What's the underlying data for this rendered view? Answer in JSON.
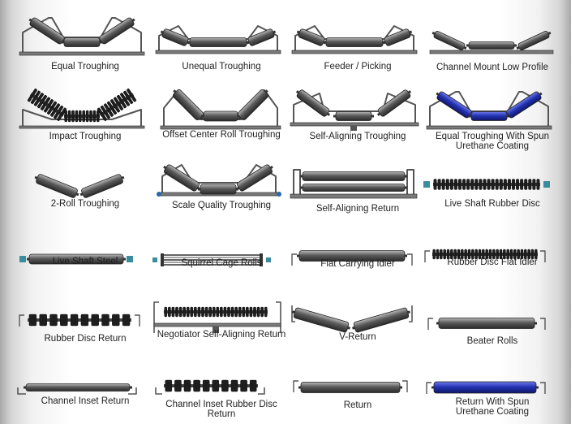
{
  "items": [
    {
      "label": "Equal Troughing",
      "kind": "trough3"
    },
    {
      "label": "Unequal Troughing",
      "kind": "trough3-low"
    },
    {
      "label": "Feeder / Picking",
      "kind": "trough3-low"
    },
    {
      "label": "Channel Mount Low Profile",
      "kind": "low-profile"
    },
    {
      "label": "Impact Troughing",
      "kind": "impact"
    },
    {
      "label": "Offset Center Roll Troughing",
      "kind": "offset"
    },
    {
      "label": "Self-Aligning Troughing",
      "kind": "self-align-trough"
    },
    {
      "label": "Equal Troughing With Spun",
      "label2": "Urethane Coating",
      "kind": "trough3-blue"
    },
    {
      "label": "2-Roll Troughing",
      "kind": "vee2"
    },
    {
      "label": "Scale Quality Troughing",
      "kind": "scale"
    },
    {
      "label": "Self-Aligning Return",
      "kind": "self-align-return"
    },
    {
      "label": "Live Shaft Rubber Disc",
      "kind": "live-disc"
    },
    {
      "label": "Live Shaft Steel",
      "kind": "live-steel"
    },
    {
      "label": "Squirrel Cage Rolls",
      "kind": "squirrel"
    },
    {
      "label": "Flat Carrying Idler",
      "kind": "flat"
    },
    {
      "label": "Rubber Disc Flat Idler",
      "kind": "disc-flat"
    },
    {
      "label": "Rubber Disc Return",
      "kind": "disc-return"
    },
    {
      "label": "Negotiator Self-Aligning Return",
      "kind": "negotiator"
    },
    {
      "label": "V-Return",
      "kind": "v-return"
    },
    {
      "label": "Beater Rolls",
      "kind": "beater"
    },
    {
      "label": "Channel Inset Return",
      "kind": "inset"
    },
    {
      "label": "Channel Inset Rubber Disc",
      "label2": "Return",
      "kind": "inset-disc"
    },
    {
      "label": "Return",
      "kind": "return"
    },
    {
      "label": "Return With Spun",
      "label2": "Urethane Coating",
      "kind": "return-blue"
    }
  ],
  "colors": {
    "roll": "#5a5a5a",
    "roll_light": "#b8b8b8",
    "roll_dark": "#2a2a2a",
    "frame": "#555555",
    "urethane": "#2433b5",
    "disc": "#1e1e1e"
  }
}
